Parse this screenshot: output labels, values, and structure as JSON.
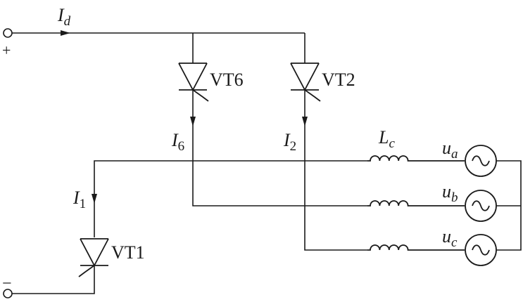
{
  "labels": {
    "current_d": "I",
    "current_d_sub": "d",
    "current_6": "I",
    "current_6_sub": "6",
    "current_2": "I",
    "current_2_sub": "2",
    "current_1": "I",
    "current_1_sub": "1",
    "thyristor_6": "VT6",
    "thyristor_2": "VT2",
    "thyristor_1": "VT1",
    "inductance": "L",
    "inductance_sub": "c",
    "source_a": "u",
    "source_a_sub": "a",
    "source_b": "u",
    "source_b_sub": "b",
    "source_c": "u",
    "source_c_sub": "c",
    "terminal_plus": "+",
    "terminal_minus": "−"
  }
}
